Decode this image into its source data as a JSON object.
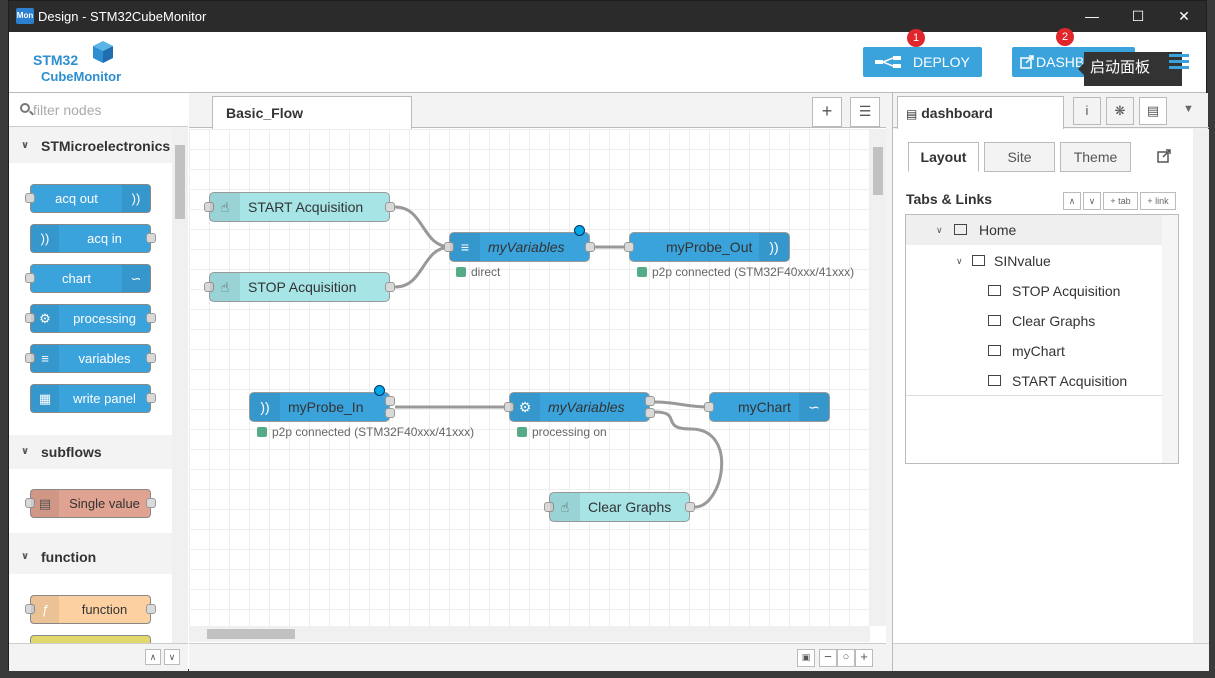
{
  "window": {
    "title": "Design - STM32CubeMonitor",
    "app_icon_text": "Mon",
    "min": "—",
    "max": "☐",
    "close": "✕"
  },
  "header": {
    "logo_line1": "STM32",
    "logo_line2": "CubeMonitor",
    "deploy_label": "DEPLOY",
    "dashboard_label": "DASHBOARD",
    "badge1": "1",
    "badge2": "2",
    "tooltip": "启动面板",
    "accent_color": "#3aa3dc"
  },
  "palette": {
    "filter_placeholder": "filter nodes",
    "categories": [
      {
        "name": "STMicroelectronics"
      },
      {
        "name": "subflows"
      },
      {
        "name": "function"
      }
    ],
    "st_nodes": [
      {
        "label": "acq out",
        "icon": "wireless-icon"
      },
      {
        "label": "acq in",
        "icon": "wireless-icon"
      },
      {
        "label": "chart",
        "icon": "chart-icon"
      },
      {
        "label": "processing",
        "icon": "gear-icon"
      },
      {
        "label": "variables",
        "icon": "list-icon"
      },
      {
        "label": "write panel",
        "icon": "panel-icon"
      }
    ],
    "subflow_nodes": [
      {
        "label": "Single value",
        "icon": "subflow-icon"
      }
    ],
    "function_nodes": [
      {
        "label": "function",
        "icon": "function-icon"
      }
    ]
  },
  "workspace": {
    "tab": "Basic_Flow",
    "add_icon": "+",
    "list_icon": "☰"
  },
  "flow": {
    "nodes": {
      "start": "START Acquisition",
      "stop": "STOP Acquisition",
      "vars1": "myVariables",
      "probe_out": "myProbe_Out",
      "probe_in": "myProbe_In",
      "vars2": "myVariables",
      "chart": "myChart",
      "clear": "Clear Graphs"
    },
    "status": {
      "vars1": "direct",
      "probe_out": "p2p connected (STM32F40xxx/41xxx)",
      "probe_in": "p2p connected (STM32F40xxx/41xxx)",
      "vars2": "processing on"
    }
  },
  "sidebar": {
    "tab_label": "dashboard",
    "inner_tabs": [
      "Layout",
      "Site",
      "Theme"
    ],
    "section_title": "Tabs & Links",
    "btn_tab": "tab",
    "btn_link": "link",
    "tree": {
      "home": "Home",
      "group": "SINvalue",
      "items": [
        "STOP Acquisition",
        "Clear Graphs",
        "myChart",
        "START Acquisition"
      ]
    }
  }
}
